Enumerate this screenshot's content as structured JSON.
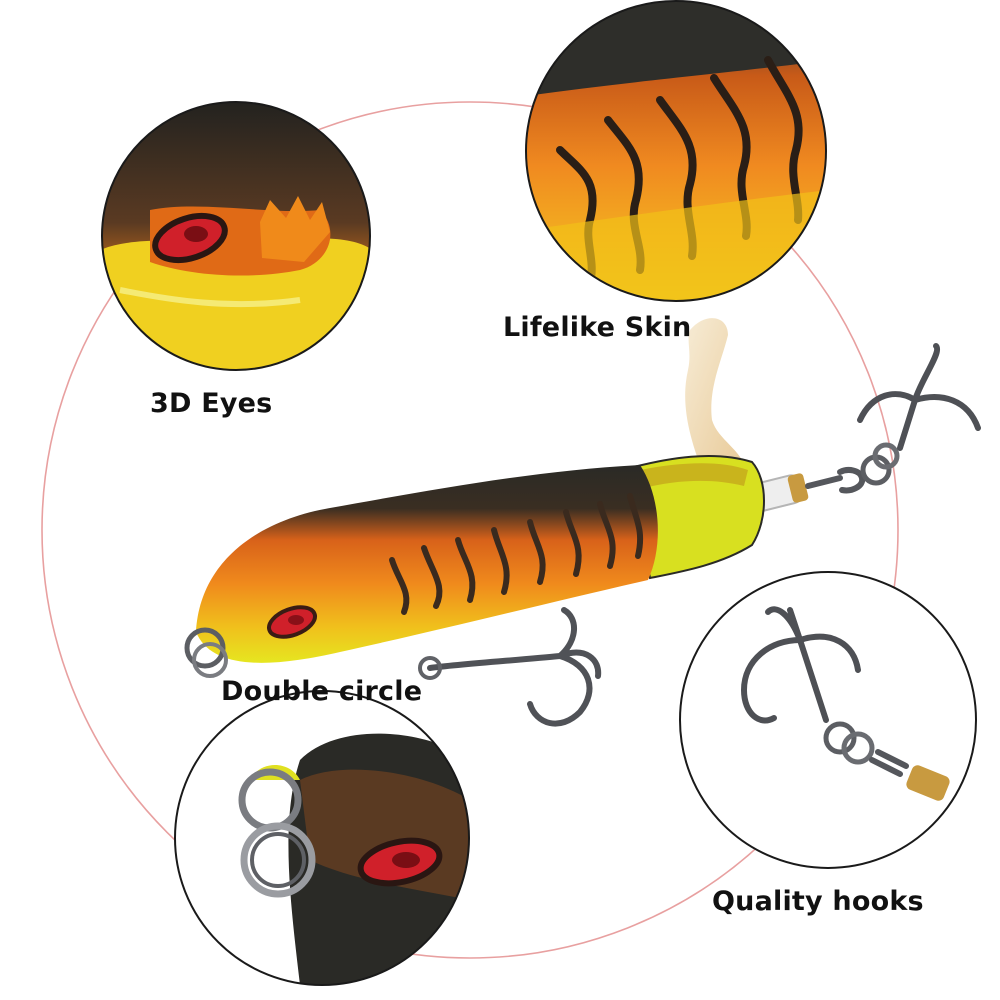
{
  "labels": {
    "eyes": "3D Eyes",
    "skin": "Lifelike Skin",
    "circle": "Double circle",
    "hooks": "Quality hooks"
  },
  "colors": {
    "background": "#ffffff",
    "guide_circle": "#e8a0a0",
    "body_orange": "#e8781a",
    "body_dark": "#2a2a26",
    "belly_yellow": "#e6e620",
    "stripe": "#3a2a1e",
    "eye_red": "#d0202a",
    "metal": "#6d6f74",
    "tail_translucent": "#f4e0b8"
  }
}
